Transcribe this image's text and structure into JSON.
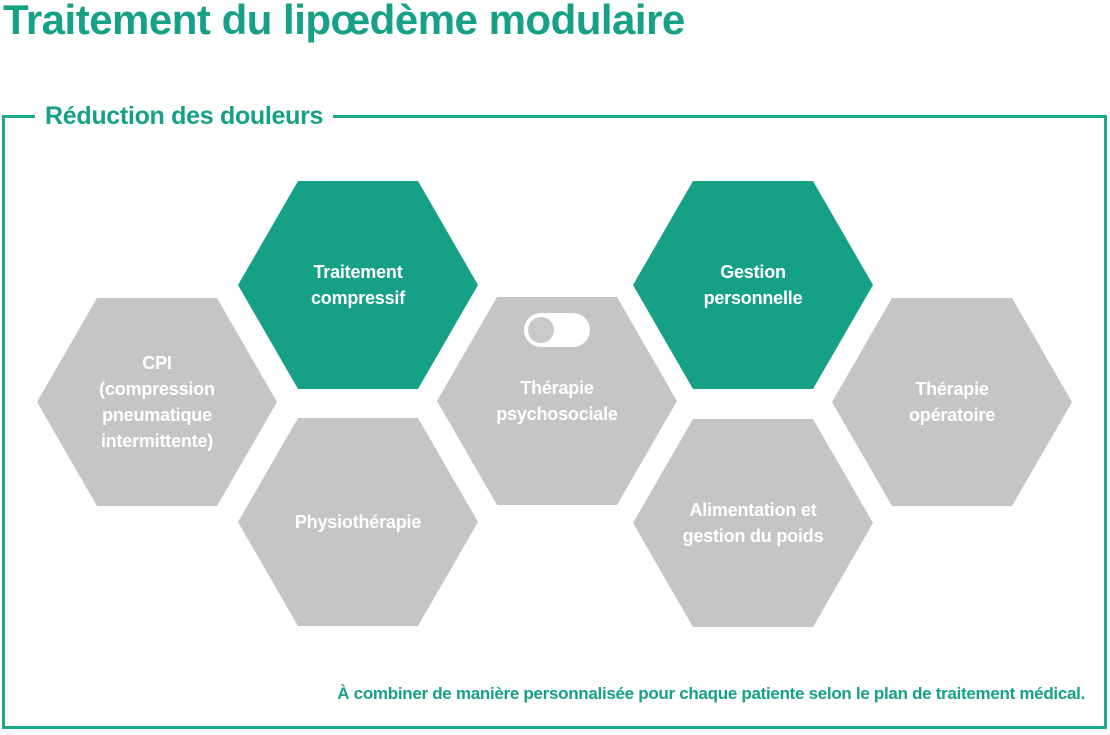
{
  "title": "Traitement du lipœdème modulaire",
  "frame": {
    "label": "Réduction des douleurs",
    "footnote": "À combiner de manière personnalisée pour chaque patiente selon le plan de traitement médical."
  },
  "colors": {
    "accent_green": "#16A186",
    "frame_border": "#1BA88B",
    "hexagon_gray": "#C5C5C5",
    "hexagon_text": "#FFFFFF",
    "toggle_pill": "#FFFFFF",
    "toggle_knob": "#C9C9C9"
  },
  "icons": {
    "psychosocial_toggle": "toggle-switch-off"
  },
  "hexagons": [
    {
      "id": "cpi",
      "variant": "gray",
      "label": "CPI (compression pneumatique intermittente)",
      "lines": [
        "CPI",
        "(compression",
        "pneumatique",
        "intermittente)"
      ]
    },
    {
      "id": "traitement-compressif",
      "variant": "green",
      "label": "Traitement compressif",
      "lines": [
        "Traitement",
        "compressif"
      ]
    },
    {
      "id": "physiotherapie",
      "variant": "gray",
      "label": "Physiothérapie",
      "lines": [
        "Physiothérapie"
      ]
    },
    {
      "id": "therapie-psychosociale",
      "variant": "gray",
      "label": "Thérapie psychosociale",
      "lines": [
        "Thérapie",
        "psychosociale"
      ]
    },
    {
      "id": "gestion-personnelle",
      "variant": "green",
      "label": "Gestion personnelle",
      "lines": [
        "Gestion",
        "personnelle"
      ]
    },
    {
      "id": "alimentation-gestion-poids",
      "variant": "gray",
      "label": "Alimentation et gestion du poids",
      "lines": [
        "Alimentation et",
        "gestion du poids"
      ]
    },
    {
      "id": "therapie-operatoire",
      "variant": "gray",
      "label": "Thérapie opératoire",
      "lines": [
        "Thérapie",
        "opératoire"
      ]
    }
  ]
}
